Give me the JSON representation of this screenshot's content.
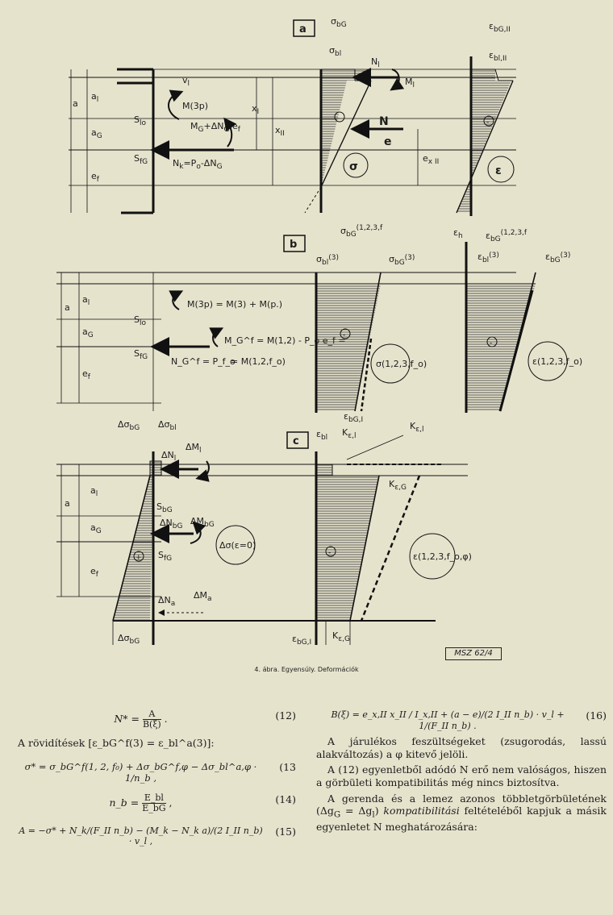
{
  "figure": {
    "panels": [
      "a",
      "b",
      "c"
    ],
    "caption": "4. ábra. Egyensúly. Deformációk",
    "stamp": "MSZ 62/4",
    "a": {
      "left_labels": [
        "a",
        "a_l",
        "a_G",
        "e_f",
        "v_l",
        "S_lo",
        "S_fG"
      ],
      "moment": "M(3p)",
      "moment_g": "M_G^f + ΔN_G^φ e_f",
      "force": "N_k = P_o - ΔN_G^φ",
      "top_labels": [
        "σ_bG^f",
        "σ_bl^a",
        "ε_bG,II^f",
        "ε_bl,II^a"
      ],
      "x_labels": [
        "x_I",
        "x_II",
        "e_x,II"
      ],
      "N_label": "N",
      "e_label": "e",
      "Nl": "N_l",
      "Ml": "M_l",
      "sigma": "σ",
      "epsilon": "ε",
      "minus": "⊖"
    },
    "b": {
      "moment": "M(3p) = M(3) + M(p.)",
      "moment2": "M_G^f = M(1,2) - P_o e_f =",
      "moment3": "= M(1,2,f_o)",
      "force": "N_G^f = P_f_o",
      "top_labels": [
        "σ_bG^f(1,2,3,f_o)",
        "σ_bl^a(3)",
        "σ_bG^f(3)",
        "ε_h",
        "ε_bG^f(1,2,3,f_o)",
        "ε_bl^a(3)",
        "ε_bG^f(3)"
      ],
      "sigma": "σ(1,2,3,f_o)",
      "epsilon": "ε(1,2,3,f_o)"
    },
    "c": {
      "top_labels": [
        "Δσ_bG^f,φ",
        "Δσ_bl^a,φ",
        "ΔM_l^φ",
        "ΔN_l^φ",
        "ε_bG,I",
        "ε_bl^a",
        "K_ε,l^a",
        "K_ε,l^f",
        "K_ε,G^f"
      ],
      "mid_labels": [
        "S_bG",
        "ΔN_bG^φ",
        "ΔM_bG^φ",
        "S_fG",
        "ΔN_a^φ",
        "ΔM_a^φ"
      ],
      "delta_sigma": "Δσ(ε=0)",
      "epsilon": "ε(1,2,3,f_o,φ)",
      "bottom_labels": [
        "Δσ_bG^a,φ",
        "ε_bG,I^a",
        "K_ε,G^a"
      ]
    }
  },
  "text": {
    "eq12_lhs": "N* =",
    "eq12_num": "A",
    "eq12_den": "B(ξ)",
    "eq12_tag": "(12)",
    "abbr": "A rövidítések [ε_bG^f(3) = ε_bl^a(3)]:",
    "eq13": "σ* = σ_bG^f(1, 2, f₀) + Δσ_bG^f,φ − Δσ_bl^a,φ · 1/n_b ,",
    "eq13_tag": "(13",
    "eq14_lhs": "n_b =",
    "eq14_num": "E_bl",
    "eq14_den": "E_bG",
    "eq14_tag": "(14)",
    "eq15": "A = −σ* + N_k/(F_II n_b) − (M_k − N_k a)/(2 I_II n_b) · v_l ,",
    "eq15_tag": "(15)",
    "eq16": "B(ξ) = e_x,II x_II / I_x,II + (a − e)/(2 I_II n_b) · v_l + 1/(F_II n_b) .",
    "eq16_tag": "(16)",
    "p1": "A járulékos feszültségeket (zsugorodás, lassú alakváltozás) a φ kitevő jelöli.",
    "p2": "A (12) egyenletből adódó N erő nem valóságos, hiszen a görbületi kompatibilitás még nincs biztosítva.",
    "p3_a": "A gerenda és a lemez azonos többletgörbületének (Δg",
    "p3_b": "G",
    "p3_c": " = Δg",
    "p3_d": "l",
    "p3_e": ") ",
    "p3_italic": "kompatibilitási",
    "p3_f": " feltételéből kapjuk a másik egyenletet N meghatározására:"
  }
}
